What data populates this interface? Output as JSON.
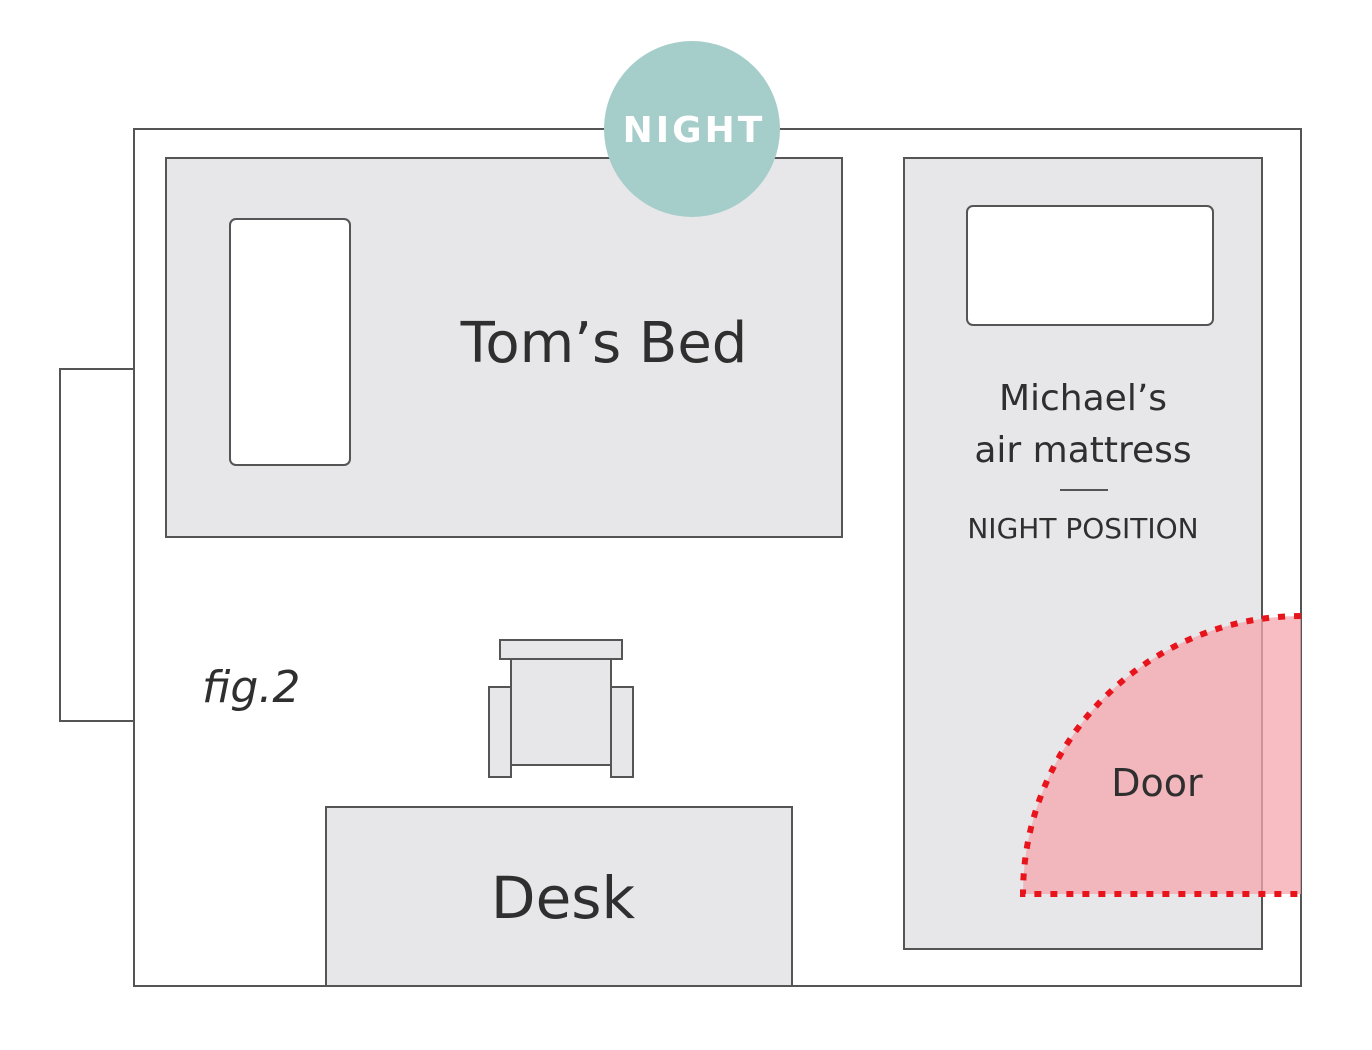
{
  "diagram": {
    "badge": "NIGHT",
    "toms_bed": "Tom’s Bed",
    "michaels_mattress_line1": "Michael’s",
    "michaels_mattress_line2": "air mattress",
    "position_label": "NIGHT POSITION",
    "figure_label": "fig.2",
    "desk": "Desk",
    "door": "Door"
  },
  "colors": {
    "furniture_fill": "#e7e7e9",
    "outline": "#555555",
    "badge": "#a5cdca",
    "door_fill": "#f4a7ad",
    "door_outline": "#e8141c",
    "text": "#2f2f2f"
  }
}
